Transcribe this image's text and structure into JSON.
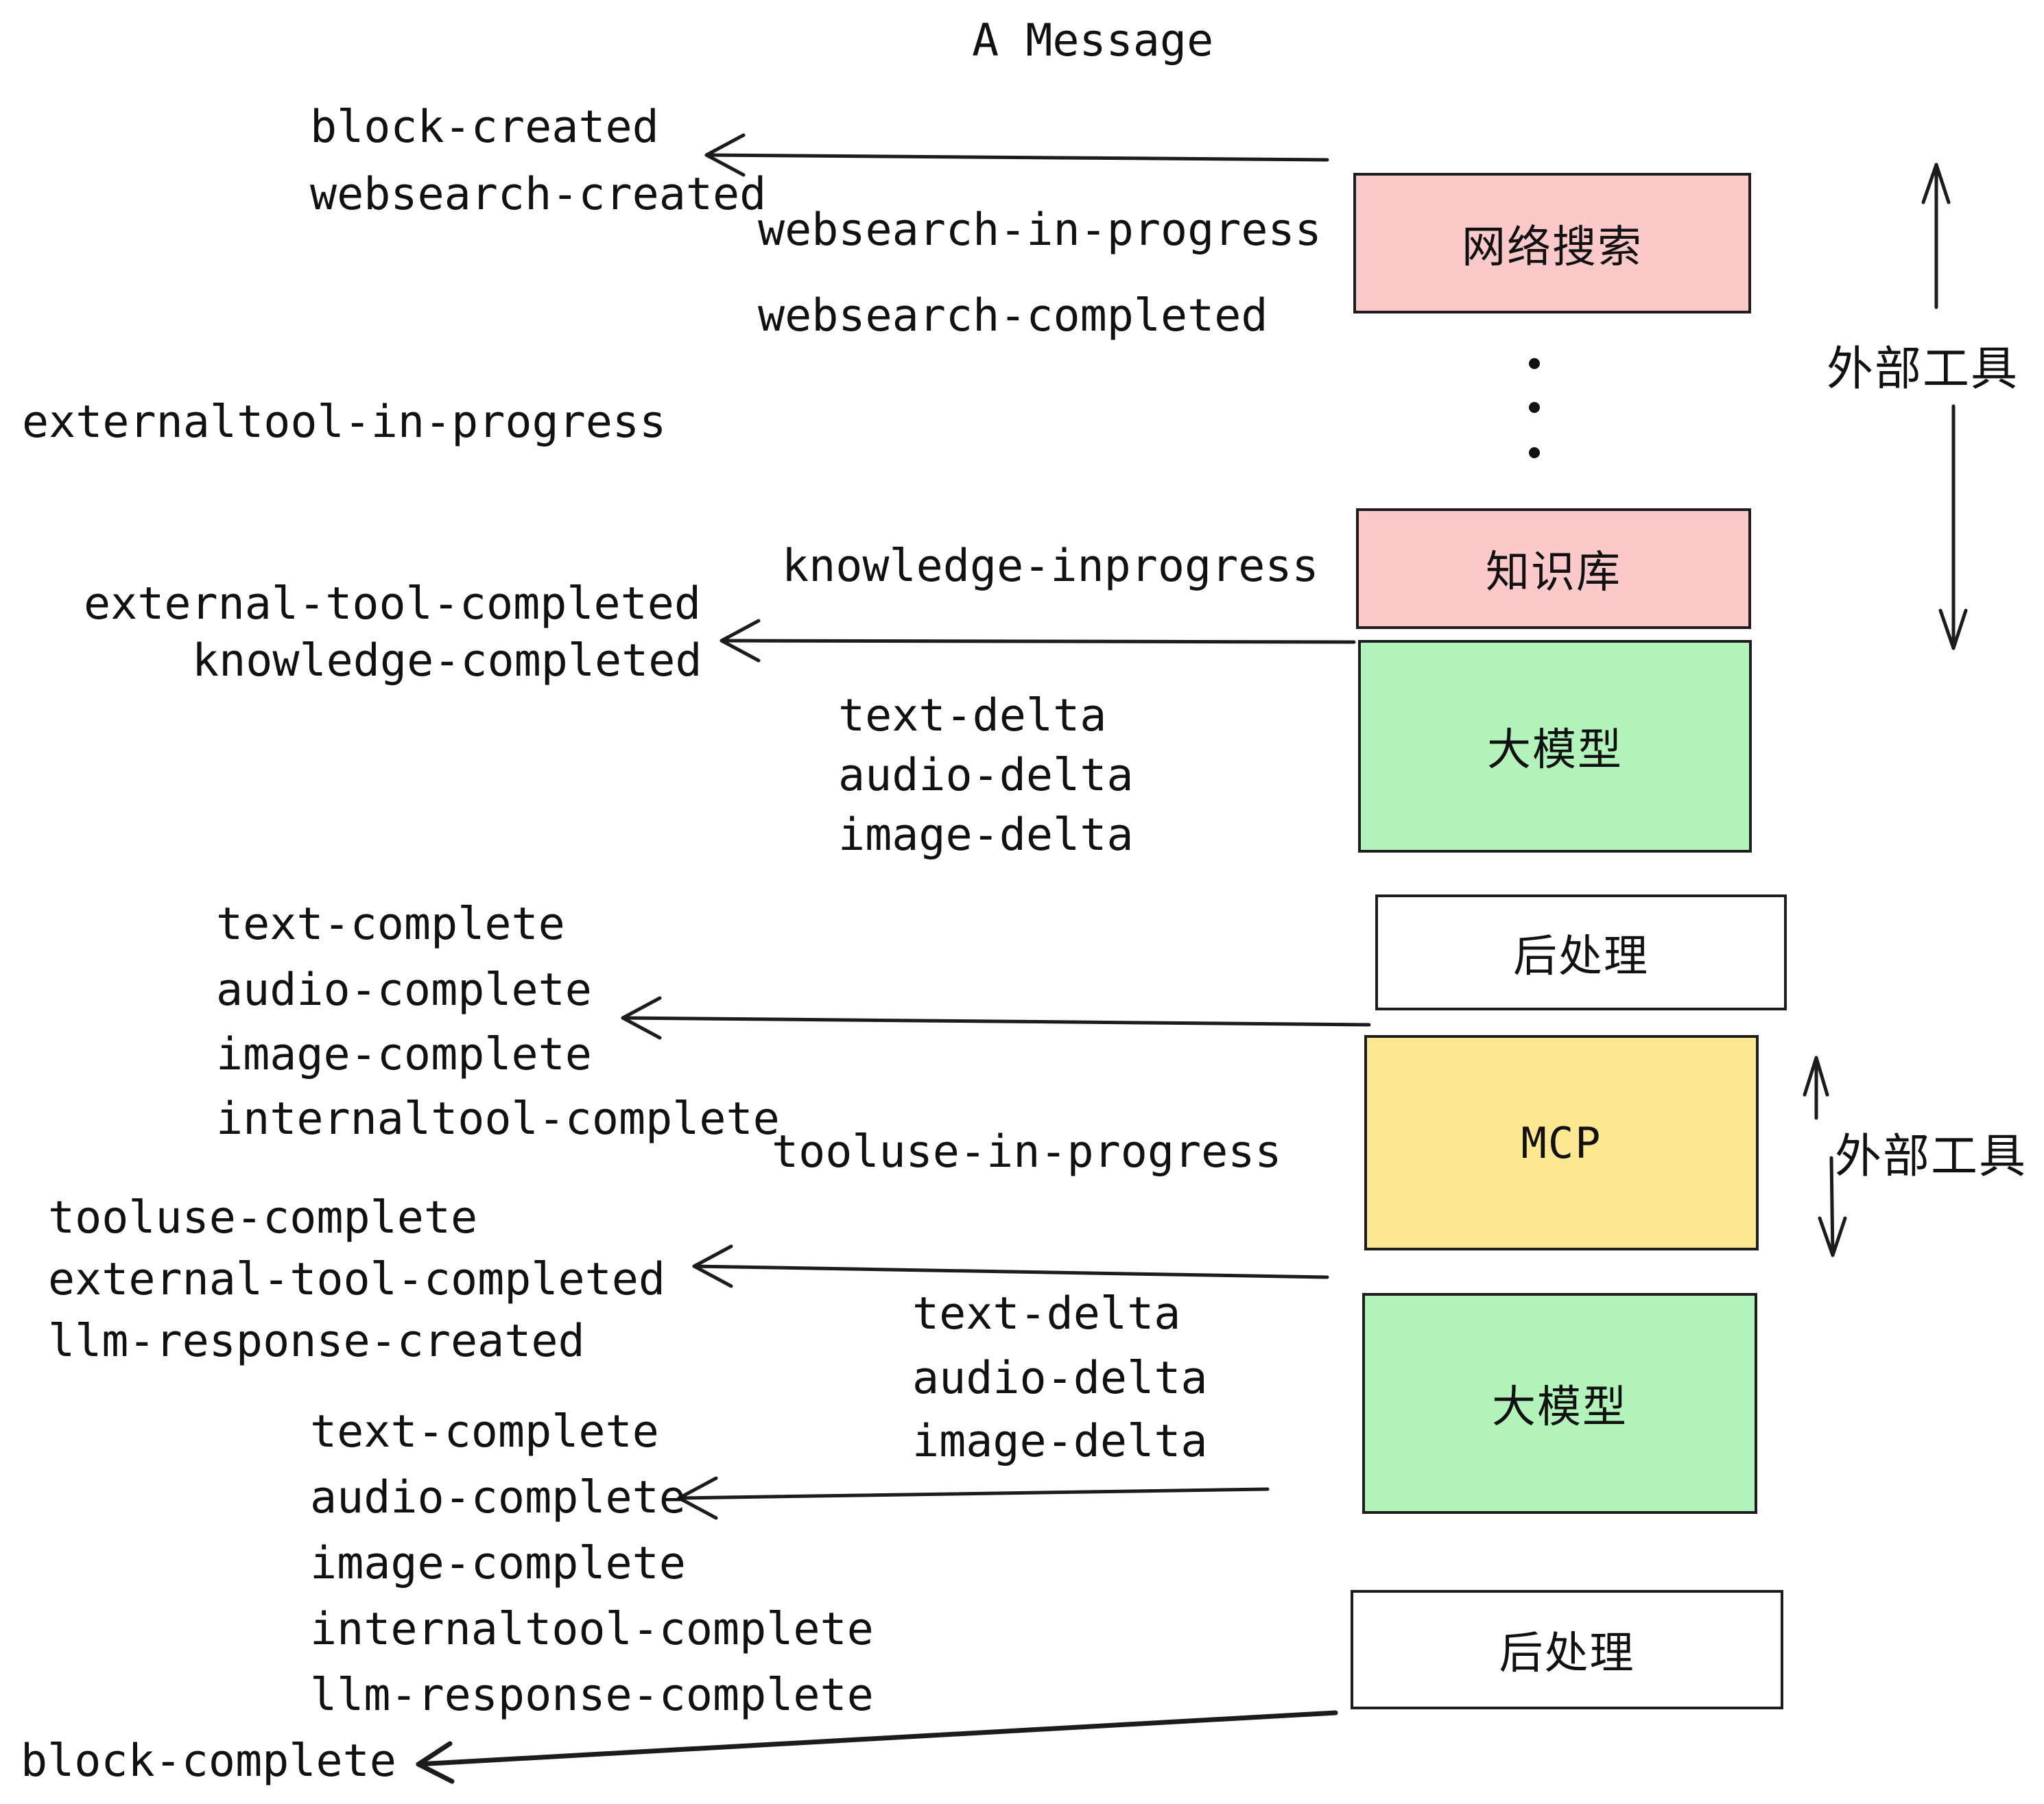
{
  "title": "A Message",
  "boxes": {
    "websearch": "网络搜索",
    "knowledge": "知识库",
    "llm_top": "大模型",
    "postprocess_top": "后处理",
    "mcp": "MCP",
    "llm_bottom": "大模型",
    "postprocess_bottom": "后处理"
  },
  "side_labels": {
    "external_tools_top": "外部工具",
    "external_tools_bottom": "外部工具"
  },
  "events": {
    "block_created": "block-created",
    "websearch_created": "websearch-created",
    "websearch_in_progress": "websearch-in-progress",
    "websearch_completed": "websearch-completed",
    "externaltool_in_progress": "externaltool-in-progress",
    "knowledge_inprogress": "knowledge-inprogress",
    "external_tool_completed_top": "external-tool-completed",
    "knowledge_completed": "knowledge-completed",
    "text_delta_top": "text-delta",
    "audio_delta_top": "audio-delta",
    "image_delta_top": "image-delta",
    "text_complete_top": "text-complete",
    "audio_complete_top": "audio-complete",
    "image_complete_top": "image-complete",
    "internaltool_complete_top": "internaltool-complete",
    "tooluse_in_progress": "tooluse-in-progress",
    "tooluse_complete": "tooluse-complete",
    "external_tool_completed_bottom": "external-tool-completed",
    "llm_response_created": "llm-response-created",
    "text_delta_bottom": "text-delta",
    "audio_delta_bottom": "audio-delta",
    "image_delta_bottom": "image-delta",
    "text_complete_bottom": "text-complete",
    "audio_complete_bottom": "audio-complete",
    "image_complete_bottom": "image-complete",
    "internaltool_complete_bottom": "internaltool-complete",
    "llm_response_complete": "llm-response-complete",
    "block_complete": "block-complete"
  },
  "colors": {
    "background": "#ffffff",
    "text": "#111111",
    "stroke": "#1d1d1d",
    "box_pink": "#fbc9c9",
    "box_green": "#b2f2bb",
    "box_yellow": "#fbe890",
    "box_white": "#ffffff"
  }
}
